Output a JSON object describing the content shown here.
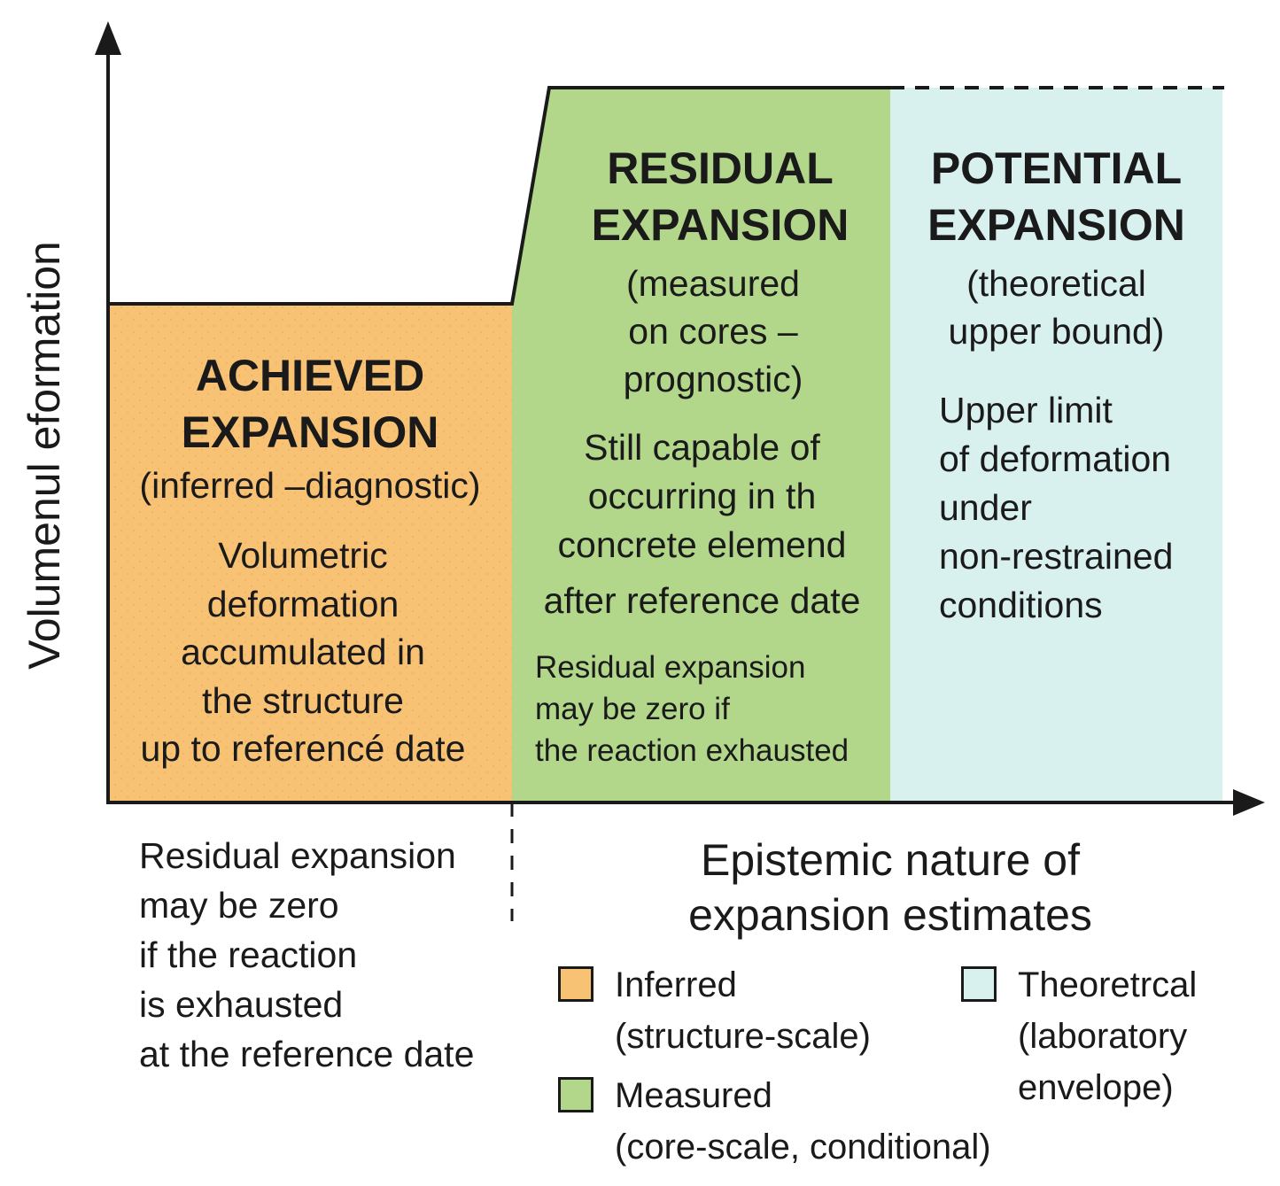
{
  "colors": {
    "achieved": "#f8c275",
    "residual": "#b2d68a",
    "potential": "#d8f0ee",
    "axis": "#1a1a1a"
  },
  "y_axis": {
    "label": "Volumenul eformation"
  },
  "x_axis": {
    "title_lines": [
      "Epistemic nature of",
      "expansion estimates"
    ]
  },
  "regions": {
    "achieved": {
      "title_lines": [
        "ACHIEVED",
        "EXPANSION"
      ],
      "subtitle": "(inferred –diagnostic)",
      "desc_lines": [
        "Volumetric",
        "deformation",
        "accumulated in",
        "the structure",
        "up to referencé date"
      ]
    },
    "residual": {
      "title_lines": [
        "RESIDUAL",
        "EXPANSION"
      ],
      "subtitle_lines": [
        "(measured",
        "on cores –",
        "prognostic)"
      ],
      "desc_lines": [
        "Still capable of",
        "occurring in th",
        "concrete elemend",
        "after reference date"
      ],
      "note_lines": [
        "Residual expansion",
        "may be zero if",
        "the reaction  exhausted"
      ]
    },
    "potential": {
      "title_lines": [
        "POTENTIAL",
        "EXPANSION"
      ],
      "subtitle_lines": [
        "(theoretical",
        "upper bound)"
      ],
      "desc_lines": [
        "Upper limit",
        "of deformation",
        "under",
        "non-restrained",
        "conditions"
      ]
    }
  },
  "bottom_note_lines": [
    "Residual expansion",
    "may be zero",
    "if the reaction",
    "is exhausted",
    "at the reference date"
  ],
  "legend": [
    {
      "label": "Inferred",
      "detail": "(structure-scale)",
      "color": "#f8c275"
    },
    {
      "label": "Measured",
      "detail": "(core-scale, conditional)",
      "color": "#b2d68a"
    },
    {
      "label": "Theoretrcal",
      "detail_lines": [
        "(laboratory",
        "envelope)"
      ],
      "color": "#d8f0ee"
    }
  ]
}
